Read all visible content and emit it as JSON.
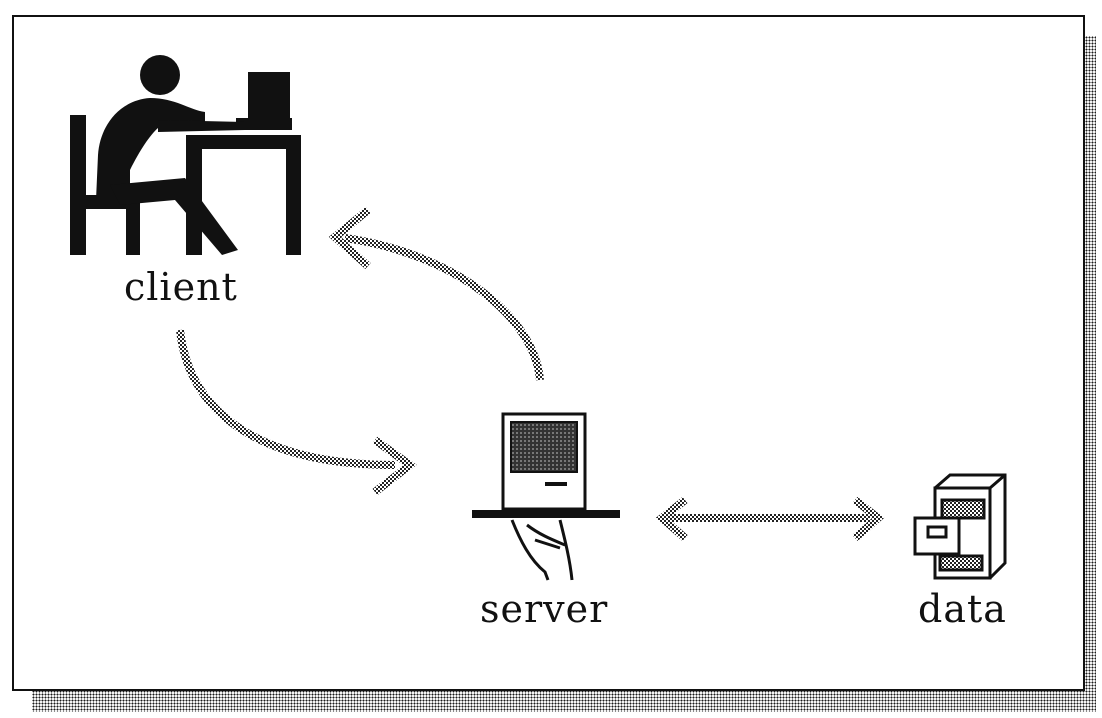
{
  "nodes": {
    "client": {
      "label": "client",
      "icon": "person-at-computer-icon"
    },
    "server": {
      "label": "server",
      "icon": "server-computer-on-tray-icon"
    },
    "data": {
      "label": "data",
      "icon": "filing-cabinet-icon"
    }
  },
  "connections": [
    {
      "from": "client",
      "to": "server",
      "style": "dotted-arrow"
    },
    {
      "from": "server",
      "to": "client",
      "style": "dotted-arrow"
    },
    {
      "from": "server",
      "to": "data",
      "style": "dotted-double-arrow"
    }
  ],
  "colors": {
    "ink": "#111111",
    "background": "#ffffff"
  }
}
